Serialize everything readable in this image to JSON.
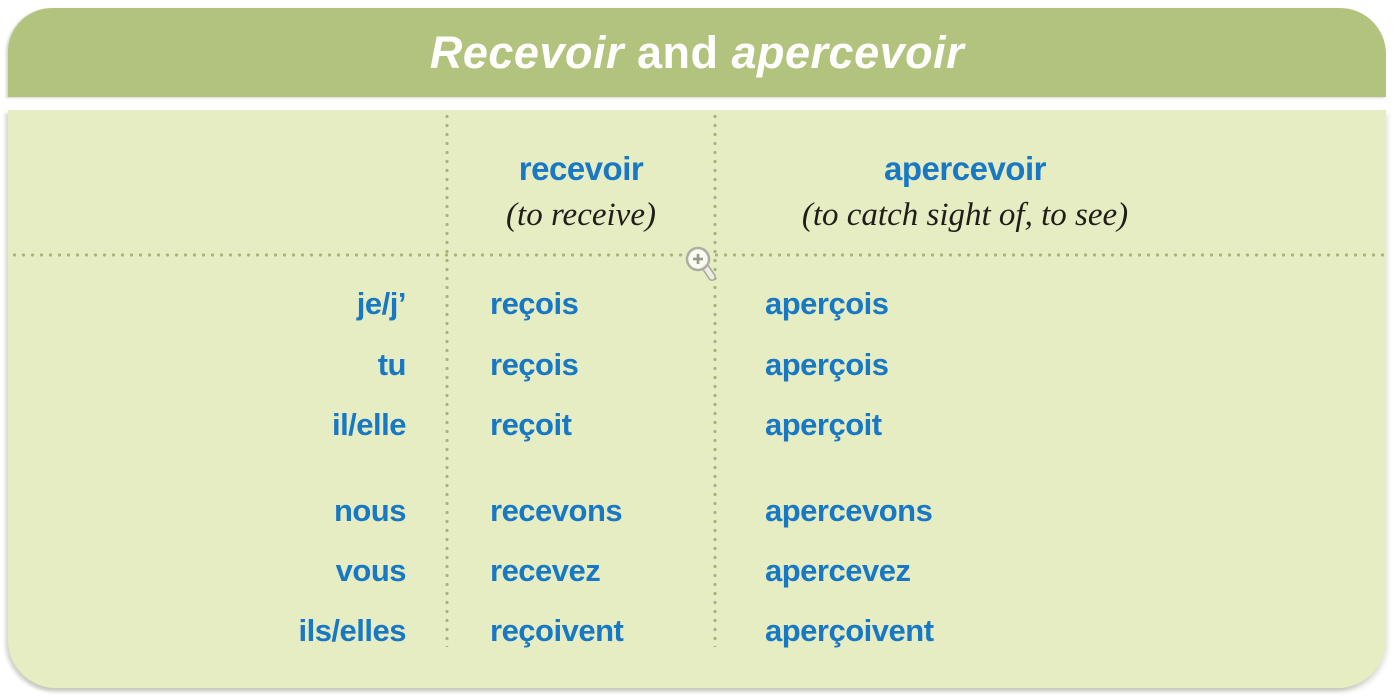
{
  "title": {
    "verb1": "Recevoir",
    "connector": " and ",
    "verb2": "apercevoir"
  },
  "columns": [
    {
      "verb": "recevoir",
      "gloss": "(to receive)"
    },
    {
      "verb": "apercevoir",
      "gloss": "(to catch sight of, to see)"
    }
  ],
  "rows": [
    {
      "pronoun": "je/j’",
      "recevoir": "reçois",
      "apercevoir": "aperçois"
    },
    {
      "pronoun": "tu",
      "recevoir": "reçois",
      "apercevoir": "aperçois"
    },
    {
      "pronoun": "il/elle",
      "recevoir": "reçoit",
      "apercevoir": "aperçoit"
    },
    {
      "pronoun": "nous",
      "recevoir": "recevons",
      "apercevoir": "apercevons"
    },
    {
      "pronoun": "vous",
      "recevoir": "recevez",
      "apercevoir": "apercevez"
    },
    {
      "pronoun": "ils/elles",
      "recevoir": "reçoivent",
      "apercevoir": "aperçoivent"
    }
  ],
  "icons": {
    "zoom_cursor": "zoom-in-magnifier"
  },
  "colors": {
    "title_bar_green": "#b2c37e",
    "body_green": "#e6edc3",
    "accent_blue": "#1878c3",
    "dot_green": "#a6b679",
    "title_text": "#ffffff",
    "gloss_text": "#211d1a"
  }
}
